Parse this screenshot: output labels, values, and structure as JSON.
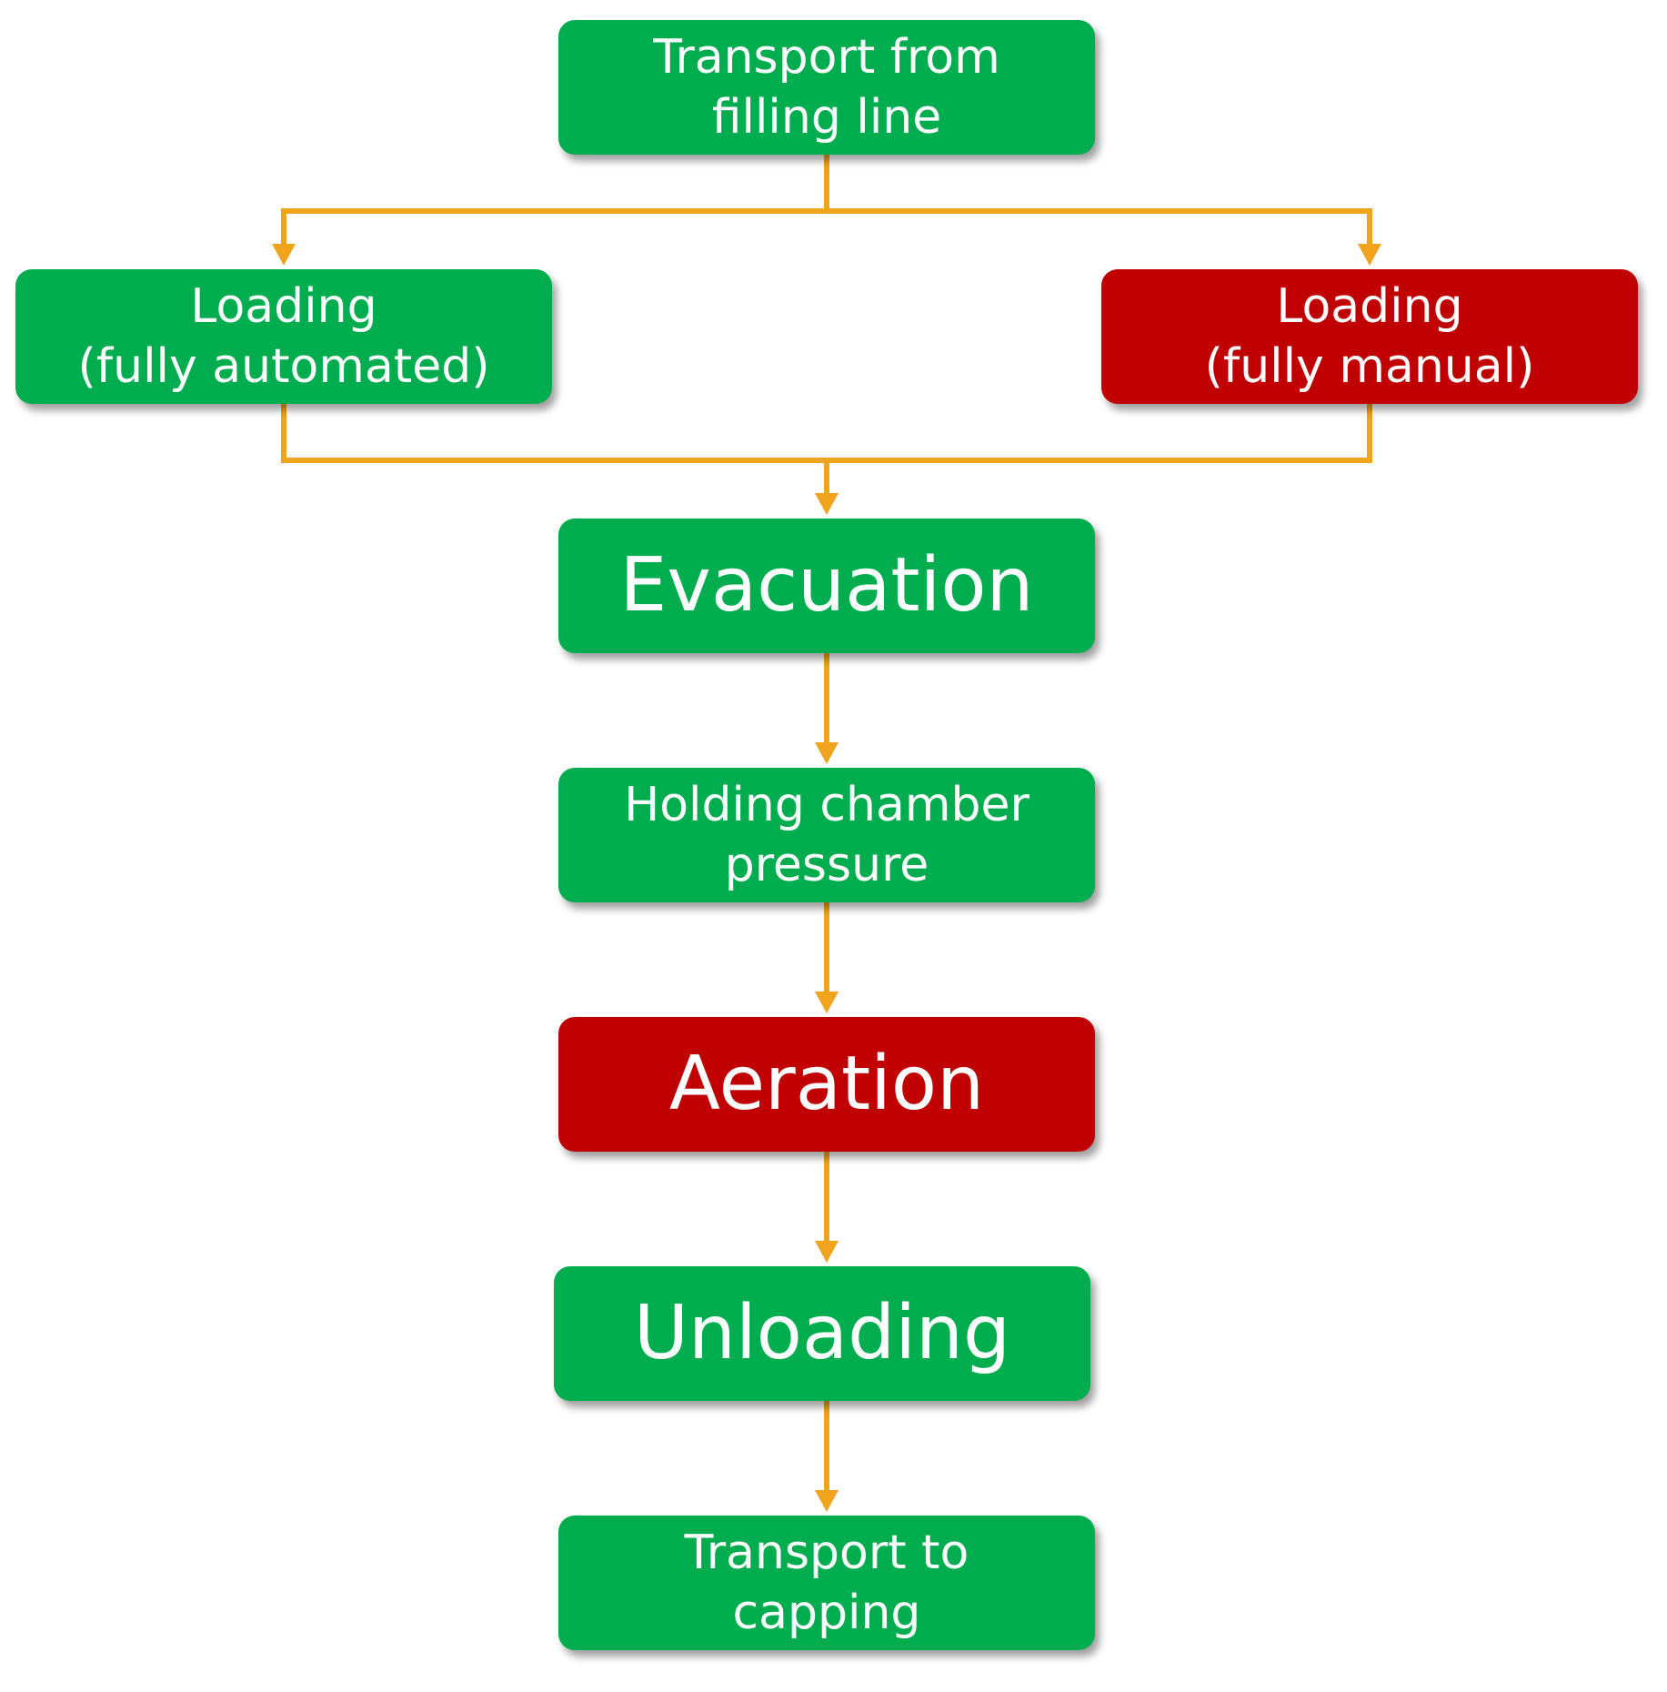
{
  "colors": {
    "ok": "#00AD4E",
    "critical": "#C00000",
    "connector": "#F0A31C",
    "text": "#FFFFFF"
  },
  "nodes": {
    "transport_from": {
      "lines": [
        "Transport from",
        "filling line"
      ],
      "status": "ok"
    },
    "loading_auto": {
      "lines": [
        "Loading",
        "(fully automated)"
      ],
      "status": "ok"
    },
    "loading_manual": {
      "lines": [
        "Loading",
        "(fully manual)"
      ],
      "status": "critical"
    },
    "evacuation": {
      "lines": [
        "Evacuation"
      ],
      "status": "ok"
    },
    "holding": {
      "lines": [
        "Holding chamber",
        "pressure"
      ],
      "status": "ok"
    },
    "aeration": {
      "lines": [
        "Aeration"
      ],
      "status": "critical"
    },
    "unloading": {
      "lines": [
        "Unloading"
      ],
      "status": "ok"
    },
    "transport_to": {
      "lines": [
        "Transport to",
        "capping"
      ],
      "status": "ok"
    }
  }
}
